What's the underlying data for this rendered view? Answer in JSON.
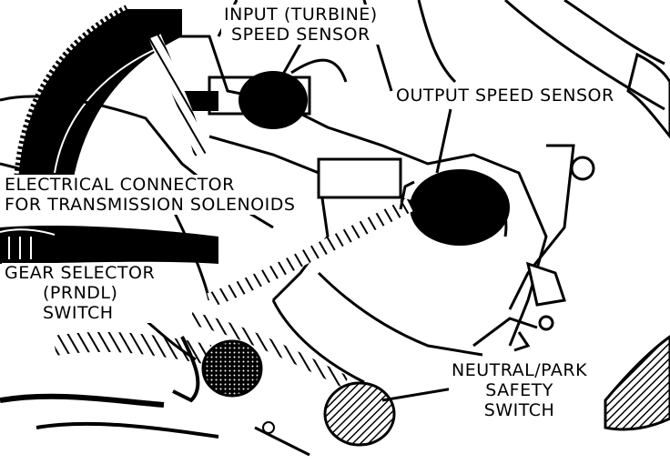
{
  "labels": {
    "input_sensor": [
      "INPUT (TURBINE)",
      "SPEED SENSOR"
    ],
    "output_sensor": "OUTPUT SPEED SENSOR",
    "connector": [
      "ELECTRICAL CONNECTOR",
      "FOR TRANSMISSION SOLENOIDS"
    ],
    "gear_selector": [
      "GEAR SELECTOR",
      "(PRNDL)",
      "SWITCH"
    ],
    "neutral_park": [
      "NEUTRAL/PARK",
      "SAFETY",
      "SWITCH"
    ]
  },
  "colors": {
    "ink": "#000000",
    "paper": "#ffffff"
  }
}
